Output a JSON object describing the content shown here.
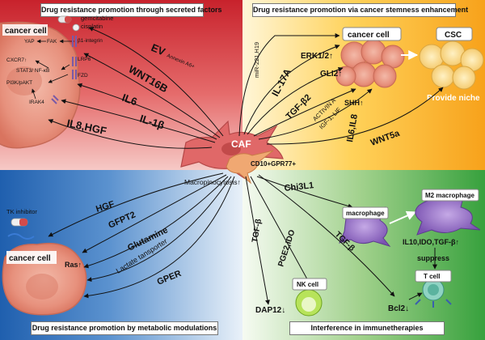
{
  "panels": {
    "top_left": "Drug resistance promotion through secreted factors",
    "top_right": "Drug resistance promotion via cancer stemness enhancement",
    "bottom_left": "Drug resistance promotion by metabolic modulations",
    "bottom_right": "Interference in immunetherapies"
  },
  "center": {
    "caf": "CAF",
    "caf_marker": "CD10+GPR77+",
    "macropinocytosis": "Macropinocytosis↑"
  },
  "top_left": {
    "cancer_cell": "cancer cell",
    "drug1": "gemcitabine",
    "drug2": "cisplatin",
    "yap": "YAP",
    "fak": "FAK",
    "b1_integrin": "β1-integrin",
    "lrp6": "LRP6",
    "fzd": "FZD",
    "cxcr7": "CXCR7↑",
    "stat3": "STAT3/ NF-κB",
    "pi3k": "PI3K/pAKT",
    "irak4": "IRAK4",
    "ev": "EV",
    "annexin": "Annexin A6+",
    "wnt16b": "WNT16B",
    "il6": "IL6",
    "il1b": "IL-1β",
    "il8hgf": "IL8,HGF"
  },
  "top_right": {
    "cancer_cell": "cancer cell",
    "csc": "CSC",
    "provide_niche": "Provide niche",
    "mir": "miR-221,H19",
    "il17a": "IL-17A",
    "erk": "ERK1/2↑",
    "tgfb2": "TGF-β2",
    "gli2": "GLI2↑",
    "activin": "ACTIVIN A",
    "igf": "IGF-1, LIF",
    "shh": "SHH↑",
    "il6il8": "IL6,IL8",
    "wnt5a": "WNT5a"
  },
  "bottom_left": {
    "tk_inhibitor": "TK inhibitor",
    "cancer_cell": "cancer cell",
    "ras": "Ras↑",
    "hgf": "HGF",
    "gfpt2": "GFPT2",
    "glutamine": "Glutamine",
    "lactate": "Lactate tansporter",
    "gper": "GPER"
  },
  "bottom_right": {
    "chi3l1": "Chi3L1",
    "macrophage": "macrophage",
    "m2_macrophage": "M2 macrophage",
    "m2_factors": "IL10,IDO,TGF-β↑",
    "suppress": "suppress",
    "t_cell": "T cell",
    "pge2": "PGE2,IDO",
    "tgfb_a": "TGF-β",
    "tgfb_b": "TGF-β",
    "dap12": "DAP12↓",
    "nk_cell": "NK cell",
    "bcl2": "Bcl2↓"
  }
}
